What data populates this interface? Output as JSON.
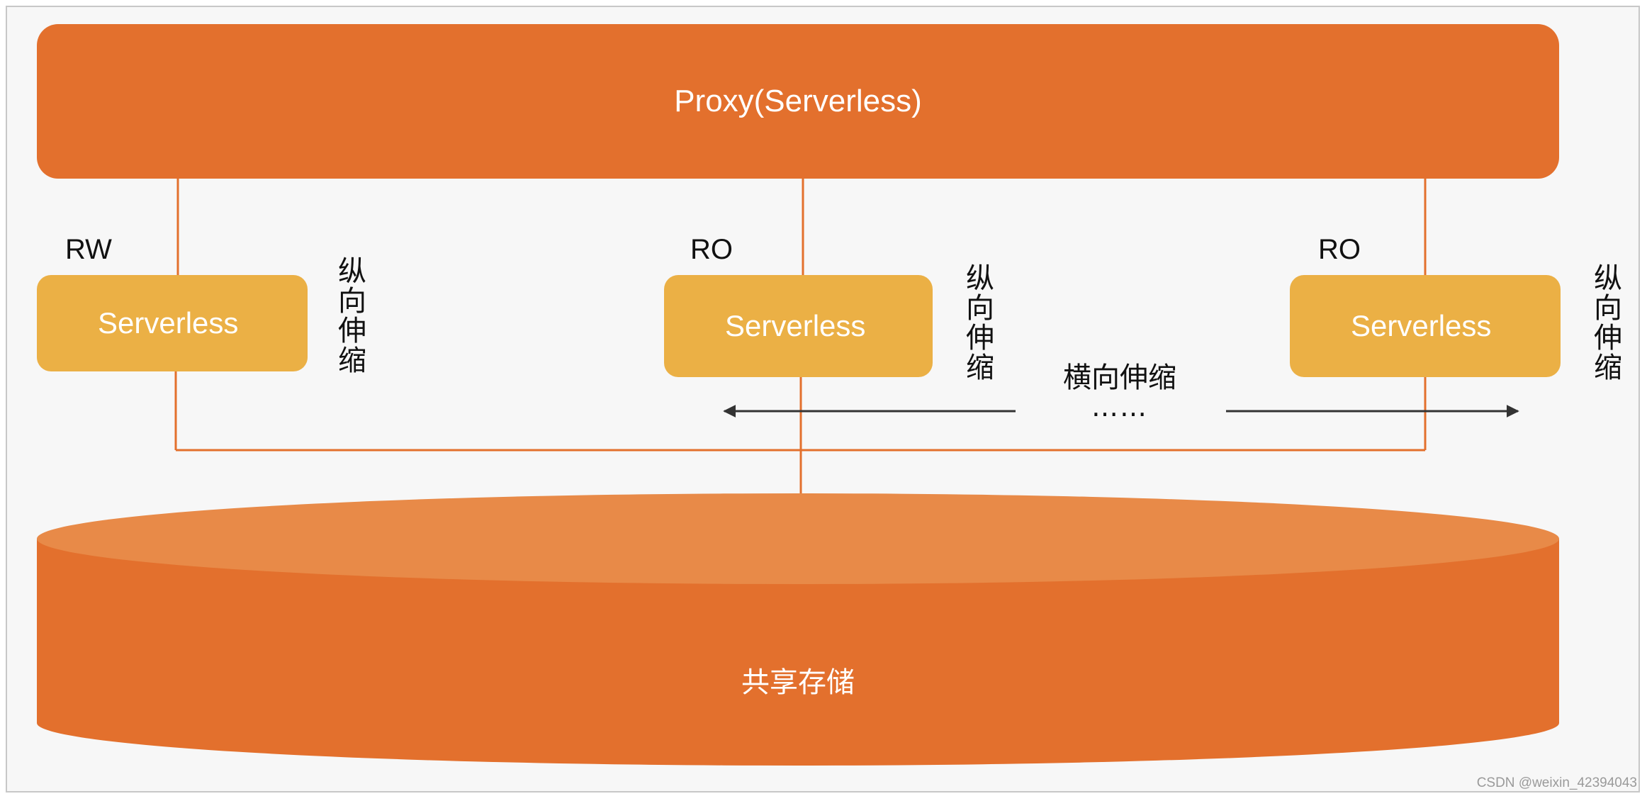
{
  "proxy": {
    "label": "Proxy(Serverless)"
  },
  "nodes": [
    {
      "role": "RW",
      "label": "Serverless",
      "vertical_label": "纵向伸缩"
    },
    {
      "role": "RO",
      "label": "Serverless",
      "vertical_label": "纵向伸缩"
    },
    {
      "role": "RO",
      "label": "Serverless",
      "vertical_label": "纵向伸缩"
    }
  ],
  "horizontal": {
    "label": "横向伸缩",
    "ellipsis": "……"
  },
  "storage": {
    "label": "共享存储"
  },
  "watermark": "CSDN @weixin_42394043",
  "colors": {
    "proxy": "#e3702d",
    "node": "#ebb045",
    "storage_body": "#e3702d",
    "storage_top": "#e88a48",
    "connector": "#e3702d",
    "arrow": "#333333"
  }
}
